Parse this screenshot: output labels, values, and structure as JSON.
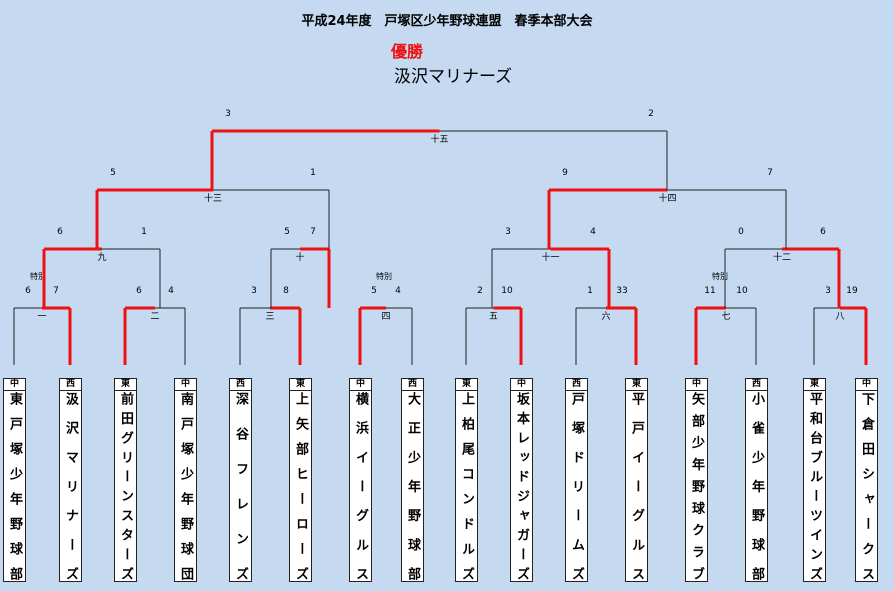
{
  "header": {
    "title": "平成24年度　戸塚区少年野球連盟　春季本部大会",
    "champion_label": "優勝",
    "champion_name": "汲沢マリナーズ"
  },
  "colors": {
    "winner_line": "#ee1111",
    "line": "#222222",
    "background": "#c5d9f1"
  },
  "teams": [
    {
      "region": "中",
      "name": "東戸塚少年野球部"
    },
    {
      "region": "西",
      "name": "汲沢マリナーズ"
    },
    {
      "region": "東",
      "name": "前田グリーンスターズ"
    },
    {
      "region": "中",
      "name": "南戸塚少年野球団"
    },
    {
      "region": "西",
      "name": "深谷フレンズ"
    },
    {
      "region": "東",
      "name": "上矢部ヒーローズ"
    },
    {
      "region": "中",
      "name": "横浜イーグルス"
    },
    {
      "region": "西",
      "name": "大正少年野球部"
    },
    {
      "region": "東",
      "name": "上柏尾コンドルズ"
    },
    {
      "region": "中",
      "name": "坂本レッドジャガーズ"
    },
    {
      "region": "西",
      "name": "戸塚ドリームズ"
    },
    {
      "region": "東",
      "name": "平戸イーグルス"
    },
    {
      "region": "中",
      "name": "矢部少年野球クラブ"
    },
    {
      "region": "西",
      "name": "小雀少年野球部"
    },
    {
      "region": "東",
      "name": "平和台ブルーツインズ"
    },
    {
      "region": "中",
      "name": "下倉田シャークス"
    }
  ],
  "round1": [
    {
      "game": "一",
      "score_left": "6",
      "score_right": "7",
      "note": "特別",
      "winner": "right"
    },
    {
      "game": "二",
      "score_left": "6",
      "score_right": "4",
      "note": "",
      "winner": "left"
    },
    {
      "game": "三",
      "score_left": "3",
      "score_right": "8",
      "note": "",
      "winner": "right"
    },
    {
      "game": "四",
      "score_left": "5",
      "score_right": "4",
      "note": "特別",
      "winner": "left"
    },
    {
      "game": "五",
      "score_left": "2",
      "score_right": "10",
      "note": "",
      "winner": "right"
    },
    {
      "game": "六",
      "score_left": "1",
      "score_right": "33",
      "note": "",
      "winner": "right"
    },
    {
      "game": "七",
      "score_left": "11",
      "score_right": "10",
      "note": "特別",
      "winner": "left"
    },
    {
      "game": "八",
      "score_left": "3",
      "score_right": "19",
      "note": "",
      "winner": "right"
    }
  ],
  "round2": [
    {
      "game": "九",
      "score_left": "6",
      "score_right": "1",
      "winner": "left"
    },
    {
      "game": "十",
      "score_left": "5",
      "score_right": "7",
      "winner": "right"
    },
    {
      "game": "十一",
      "score_left": "3",
      "score_right": "4",
      "winner": "right"
    },
    {
      "game": "十二",
      "score_left": "0",
      "score_right": "6",
      "winner": "right"
    }
  ],
  "semifinal": [
    {
      "game": "十三",
      "score_left": "5",
      "score_right": "1",
      "winner": "left"
    },
    {
      "game": "十四",
      "score_left": "9",
      "score_right": "7",
      "winner": "left"
    }
  ],
  "final": {
    "game": "十五",
    "score_left": "3",
    "score_right": "2",
    "winner": "left"
  }
}
